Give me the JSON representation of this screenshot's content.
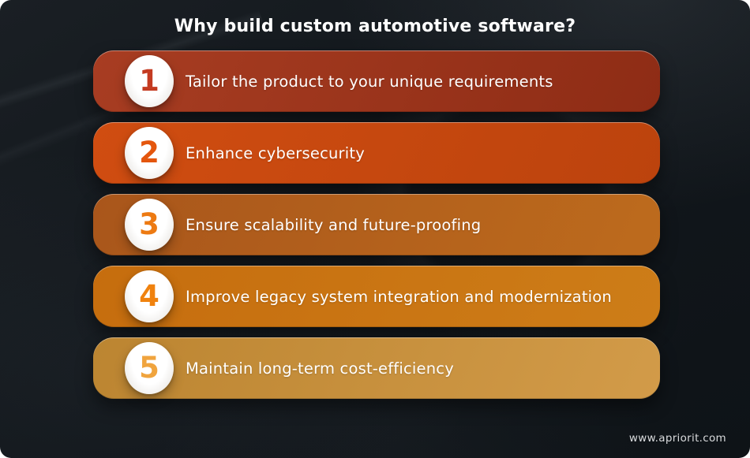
{
  "page": {
    "title": "Why build custom automotive software?",
    "footer": "www.apriorit.com",
    "background_color": "#12171c",
    "title_color": "#ffffff",
    "text_color": "#ffffff"
  },
  "list": {
    "items": [
      {
        "number": "1",
        "label": "Tailor the product to your unique requirements",
        "colors": {
          "from": "#a83d22",
          "to": "#8e2c15",
          "number": "#c43b21"
        }
      },
      {
        "number": "2",
        "label": "Enhance cybersecurity",
        "colors": {
          "from": "#d04d11",
          "to": "#bc430d",
          "number": "#e4560d"
        }
      },
      {
        "number": "3",
        "label": "Ensure scalability and future-proofing",
        "colors": {
          "from": "#a9561b",
          "to": "#bd6b1d",
          "number": "#ed7a12"
        }
      },
      {
        "number": "4",
        "label": "Improve legacy system integration and modernization",
        "colors": {
          "from": "#c66d0e",
          "to": "#cd7d18",
          "number": "#f0820e"
        }
      },
      {
        "number": "5",
        "label": "Maintain long-term cost-efficiency",
        "colors": {
          "from": "#bc8531",
          "to": "#d29b49",
          "number": "#f0a43e"
        }
      }
    ]
  }
}
